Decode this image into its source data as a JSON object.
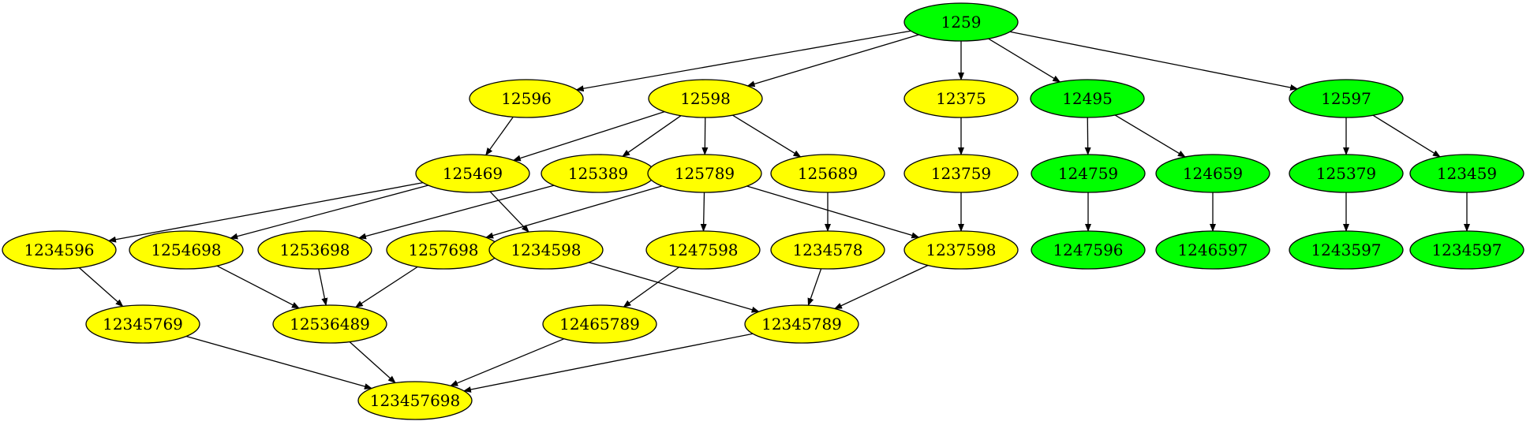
{
  "colors": {
    "yellow": "#ffff00",
    "green": "#00ff00",
    "stroke": "#000000",
    "text": "#000000"
  },
  "nodes": [
    {
      "id": "1259",
      "color": "green"
    },
    {
      "id": "12596",
      "color": "yellow"
    },
    {
      "id": "12598",
      "color": "yellow"
    },
    {
      "id": "12375",
      "color": "yellow"
    },
    {
      "id": "12495",
      "color": "green"
    },
    {
      "id": "12597",
      "color": "green"
    },
    {
      "id": "125469",
      "color": "yellow"
    },
    {
      "id": "125389",
      "color": "yellow"
    },
    {
      "id": "125789",
      "color": "yellow"
    },
    {
      "id": "125689",
      "color": "yellow"
    },
    {
      "id": "123759",
      "color": "yellow"
    },
    {
      "id": "124759",
      "color": "green"
    },
    {
      "id": "124659",
      "color": "green"
    },
    {
      "id": "125379",
      "color": "green"
    },
    {
      "id": "123459",
      "color": "green"
    },
    {
      "id": "1234596",
      "color": "yellow"
    },
    {
      "id": "1254698",
      "color": "yellow"
    },
    {
      "id": "1253698",
      "color": "yellow"
    },
    {
      "id": "1257698",
      "color": "yellow"
    },
    {
      "id": "1234598",
      "color": "yellow"
    },
    {
      "id": "1247598",
      "color": "yellow"
    },
    {
      "id": "1234578",
      "color": "yellow"
    },
    {
      "id": "1237598",
      "color": "yellow"
    },
    {
      "id": "1247596",
      "color": "green"
    },
    {
      "id": "1246597",
      "color": "green"
    },
    {
      "id": "1243597",
      "color": "green"
    },
    {
      "id": "1234597",
      "color": "green"
    },
    {
      "id": "12345769",
      "color": "yellow"
    },
    {
      "id": "12536489",
      "color": "yellow"
    },
    {
      "id": "12465789",
      "color": "yellow"
    },
    {
      "id": "12345789",
      "color": "yellow"
    },
    {
      "id": "123457698",
      "color": "yellow"
    }
  ],
  "edges": [
    [
      "1259",
      "12596"
    ],
    [
      "1259",
      "12598"
    ],
    [
      "1259",
      "12375"
    ],
    [
      "1259",
      "12495"
    ],
    [
      "1259",
      "12597"
    ],
    [
      "12596",
      "125469"
    ],
    [
      "12598",
      "125469"
    ],
    [
      "12598",
      "125389"
    ],
    [
      "12598",
      "125789"
    ],
    [
      "12598",
      "125689"
    ],
    [
      "12375",
      "123759"
    ],
    [
      "12495",
      "124759"
    ],
    [
      "12495",
      "124659"
    ],
    [
      "12597",
      "125379"
    ],
    [
      "12597",
      "123459"
    ],
    [
      "125469",
      "1234596"
    ],
    [
      "125469",
      "1254698"
    ],
    [
      "125469",
      "1234598"
    ],
    [
      "125389",
      "1253698"
    ],
    [
      "125789",
      "1257698"
    ],
    [
      "125789",
      "1247598"
    ],
    [
      "125789",
      "1237598"
    ],
    [
      "125689",
      "1234578"
    ],
    [
      "123759",
      "1237598"
    ],
    [
      "124759",
      "1247596"
    ],
    [
      "124659",
      "1246597"
    ],
    [
      "125379",
      "1243597"
    ],
    [
      "123459",
      "1234597"
    ],
    [
      "1234596",
      "12345769"
    ],
    [
      "1254698",
      "12536489"
    ],
    [
      "1253698",
      "12536489"
    ],
    [
      "1257698",
      "12536489"
    ],
    [
      "1234598",
      "12345789"
    ],
    [
      "1234578",
      "12345789"
    ],
    [
      "1237598",
      "12345789"
    ],
    [
      "1247598",
      "12465789"
    ],
    [
      "12345769",
      "123457698"
    ],
    [
      "12536489",
      "123457698"
    ],
    [
      "12465789",
      "123457698"
    ],
    [
      "12345789",
      "123457698"
    ]
  ]
}
